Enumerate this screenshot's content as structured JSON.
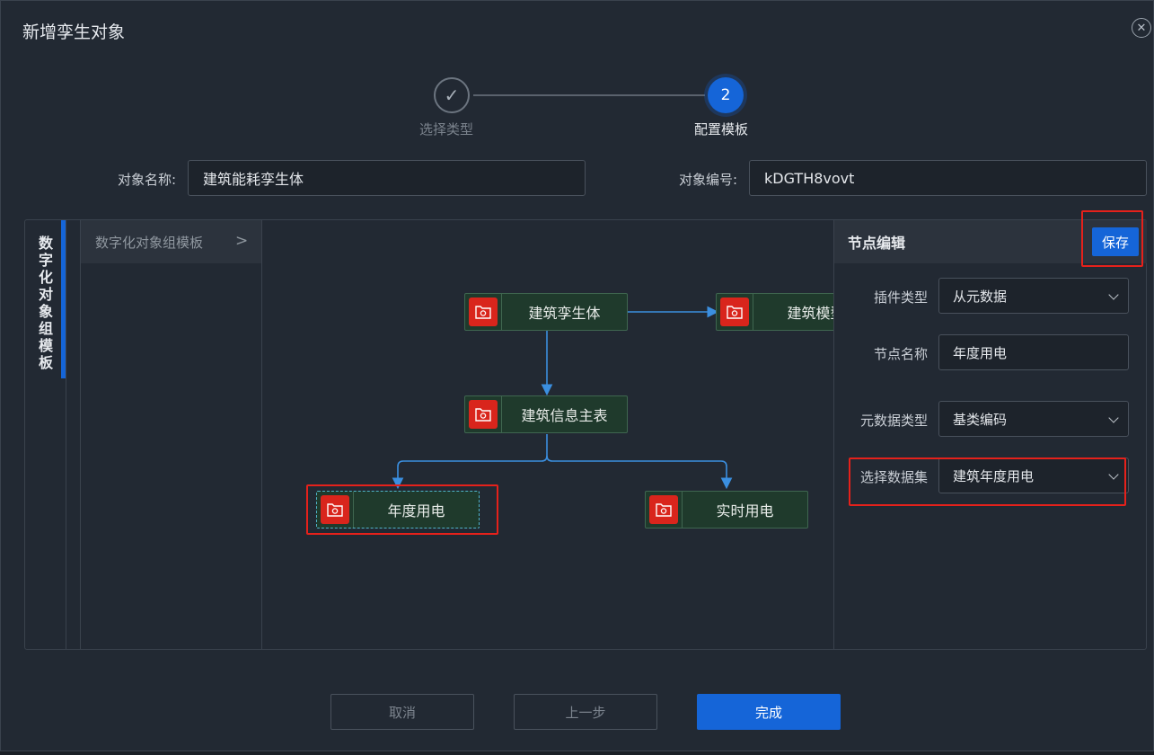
{
  "dialog": {
    "title": "新增孪生对象",
    "close_icon": "close-circle-icon"
  },
  "steps": [
    {
      "label": "选择类型",
      "status": "done",
      "icon": "check-icon"
    },
    {
      "number": "2",
      "label": "配置模板",
      "status": "active"
    }
  ],
  "form": {
    "object_name_label": "对象名称:",
    "object_name_value": "建筑能耗孪生体",
    "object_code_label": "对象编号:",
    "object_code_value": "kDGTH8vovt"
  },
  "side_tab": {
    "label": "数字化对象组模板"
  },
  "template_list": {
    "header": "数字化对象组模板",
    "chevron": ">"
  },
  "flow": {
    "node_icon": "folder-refresh-icon",
    "nodes": [
      {
        "id": "twin",
        "label": "建筑孪生体"
      },
      {
        "id": "model",
        "label": "建筑模型"
      },
      {
        "id": "info",
        "label": "建筑信息主表"
      },
      {
        "id": "annual",
        "label": "年度用电",
        "selected": true
      },
      {
        "id": "realtime",
        "label": "实时用电"
      }
    ]
  },
  "editor": {
    "title": "节点编辑",
    "save_label": "保存",
    "fields": [
      {
        "label": "插件类型",
        "value": "从元数据",
        "type": "select"
      },
      {
        "label": "节点名称",
        "value": "年度用电",
        "type": "input"
      },
      {
        "label": "元数据类型",
        "value": "基类编码",
        "type": "select"
      },
      {
        "label": "选择数据集",
        "value": "建筑年度用电",
        "type": "select"
      }
    ]
  },
  "footer": {
    "cancel_label": "取消",
    "prev_label": "上一步",
    "finish_label": "完成"
  },
  "colors": {
    "accent": "#1565d8",
    "highlight": "#e5211b",
    "node_bg": "#1f3a2c",
    "node_icon_bg": "#d9251c",
    "connector": "#3b8fe0"
  }
}
